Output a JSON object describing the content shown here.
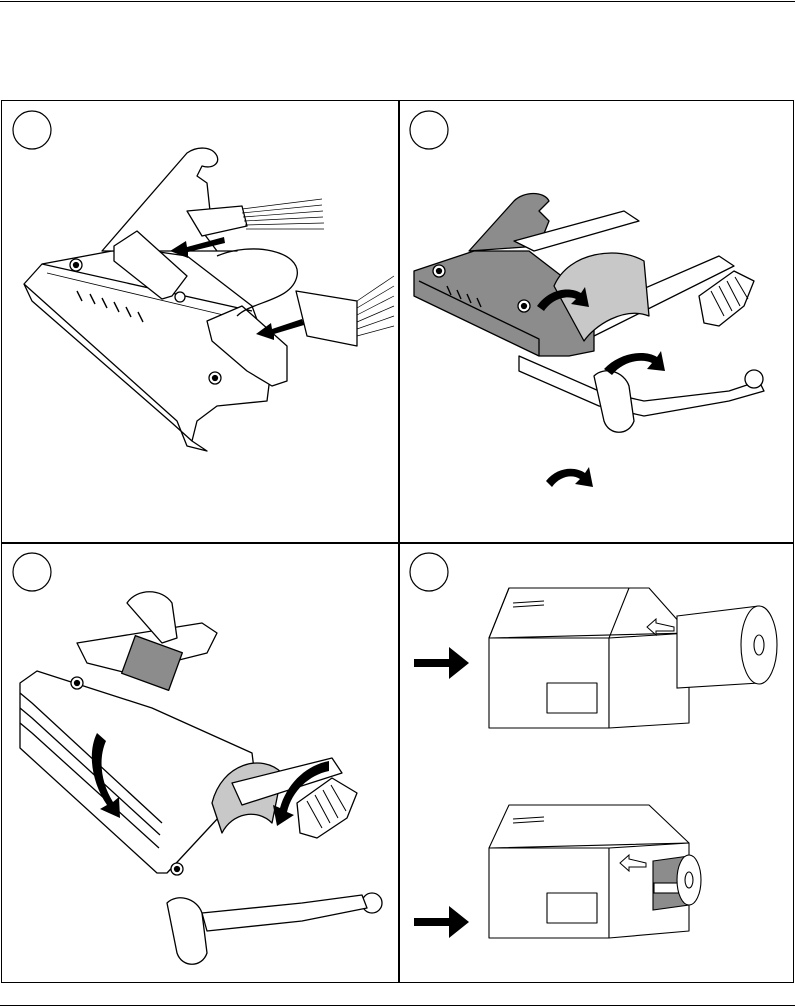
{
  "document": {
    "steps": [
      {
        "number": "",
        "caption": ""
      },
      {
        "number": "",
        "caption": ""
      },
      {
        "number": "",
        "caption": ""
      },
      {
        "number": "",
        "caption": ""
      }
    ]
  },
  "colors": {
    "ink": "#000000",
    "paper": "#ffffff",
    "shade": "#8c8c8c",
    "light_shade": "#c8c8c8"
  },
  "icons": [
    "step-marker-icon",
    "arrow-icon",
    "curved-arrow-icon",
    "printhead-illustration",
    "printer-box-illustration",
    "paper-roll-illustration",
    "ribbon-roll-illustration"
  ]
}
